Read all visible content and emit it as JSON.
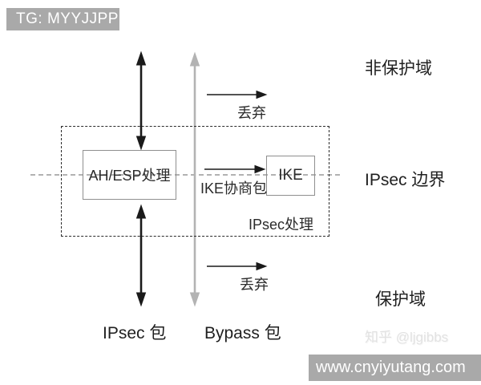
{
  "watermark": {
    "badge_text": "TG: MYYJJPP",
    "credit_text": "知乎 @ljgibbs",
    "footer_text": "www.cnyiyutang.com"
  },
  "diagram": {
    "zones": {
      "unprotected_label": "非保护域",
      "boundary_label": "IPsec 边界",
      "protected_label": "保护域"
    },
    "boxes": {
      "ah_esp_label": "AH/ESP处理",
      "ike_label": "IKE",
      "ipsec_processing_label": "IPsec处理"
    },
    "flow_labels": {
      "discard_top": "丢弃",
      "ike_negotiation_packet": "IKE协商包",
      "discard_bottom": "丢弃",
      "ipsec_packet": "IPsec 包",
      "bypass_packet": "Bypass 包"
    },
    "icons": {
      "ipsec_flow_arrow": "vertical-double-arrow-black",
      "bypass_flow_arrow": "vertical-double-arrow-gray",
      "discard_arrow": "right-arrow",
      "boundary_line": "horizontal-dashed-line"
    },
    "colors": {
      "bar_gray": "#a9a9a9",
      "arrow_black": "#1a1a1a",
      "arrow_gray": "#b3b3b3",
      "boundary_dash_gray": "#999999",
      "box_border_gray": "#8f8f8f",
      "dashed_box_black": "#2b2b2b"
    }
  }
}
